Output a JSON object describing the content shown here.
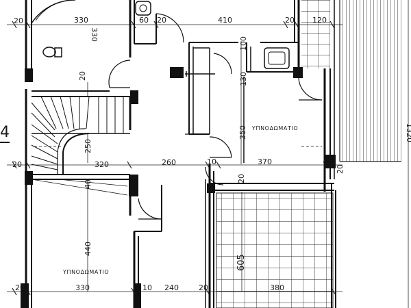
{
  "rooms": {
    "bedroom_1": "ΥΠΝΟΔΩΜΑΤΙΟ",
    "bedroom_2": "ΥΠΝΟΔΩΜΑΤΙΟ"
  },
  "dimensions": {
    "top_20_left": "20",
    "top_330": "330",
    "top_60": "60",
    "top_20_mid": "20",
    "top_410": "410",
    "top_20_right": "20",
    "top_120": "120",
    "bath_330": "330",
    "d_100": "100",
    "d_130": "130",
    "d_20_stair": "20",
    "d_350": "350",
    "d_250": "250",
    "d_20_left": "20",
    "d_320": "320",
    "d_260": "260",
    "d_10_a": "10",
    "d_370": "370",
    "d_20_hall": "20",
    "d_20_right": "20",
    "d_40": "40",
    "d_440": "440",
    "d_605": "605",
    "d_1320": "1320",
    "bot_20": "20",
    "bot_330": "330",
    "bot_10": "10",
    "bot_240": "240",
    "bot_20_b": "20",
    "bot_380": "380",
    "marker": "4"
  }
}
